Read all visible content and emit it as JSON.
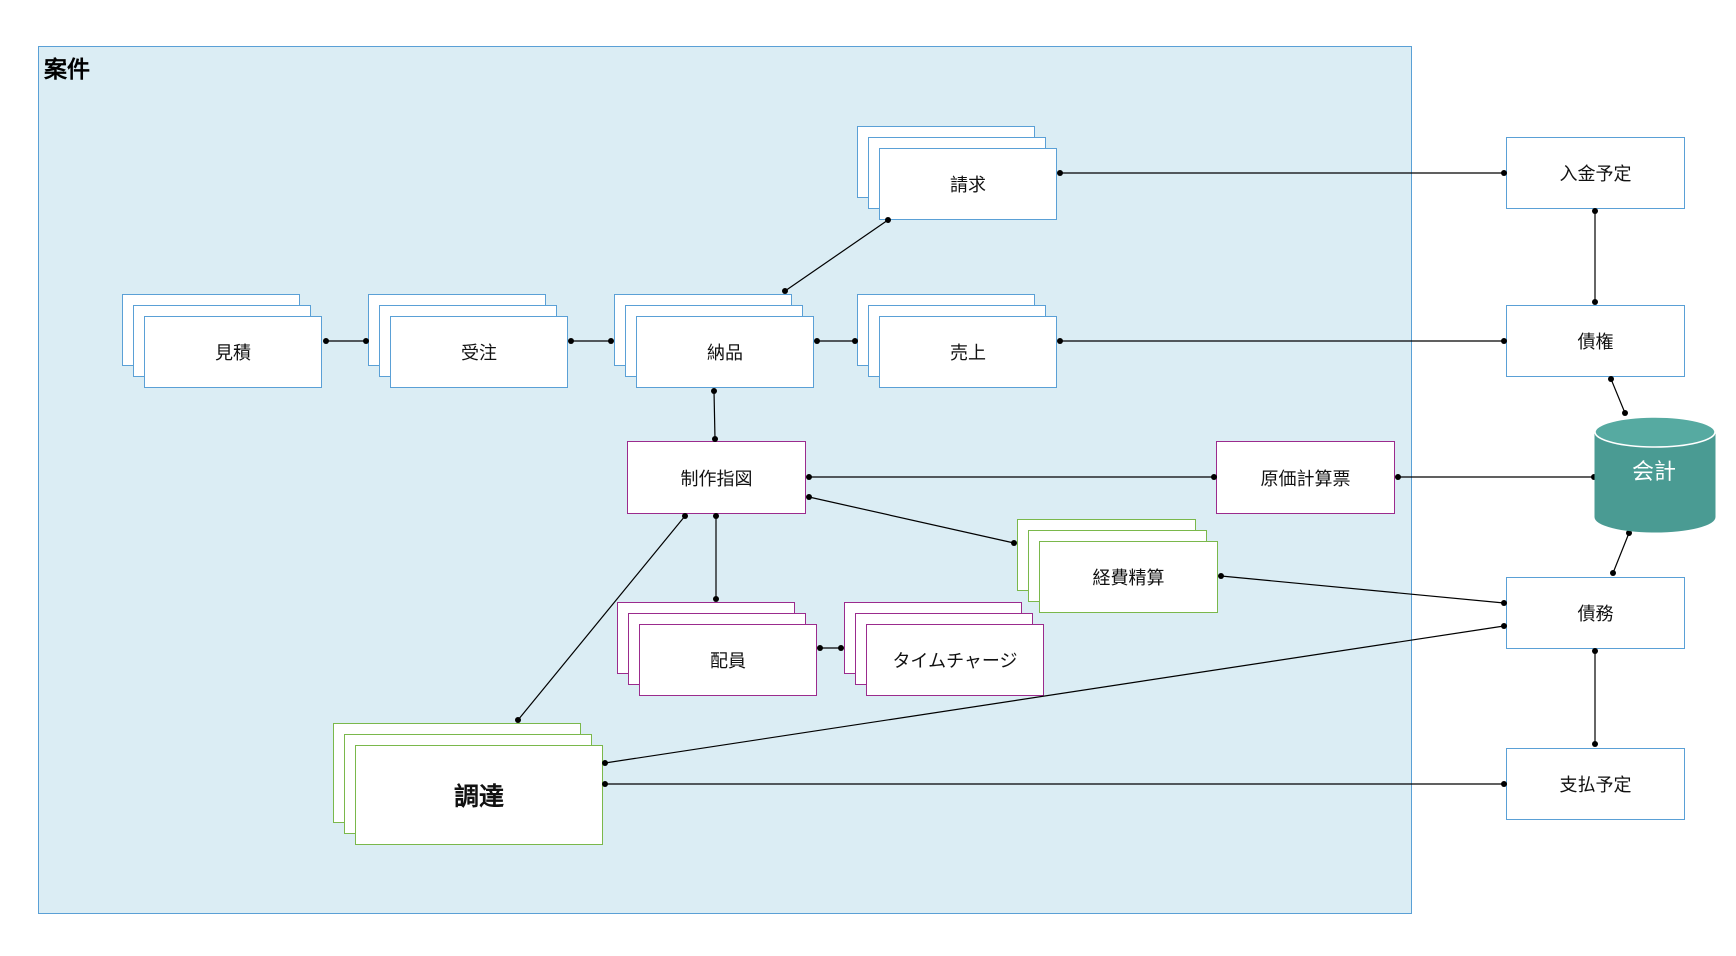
{
  "group": {
    "title": "案件"
  },
  "nodes": {
    "estimate": "見積",
    "order": "受注",
    "delivery": "納品",
    "billing": "請求",
    "sales": "売上",
    "production": "制作指図",
    "cost_sheet": "原価計算票",
    "expenses": "経費精算",
    "staffing": "配員",
    "time_charge": "タイムチャージ",
    "procurement": "調達",
    "receipt_plan": "入金予定",
    "receivable": "債権",
    "accounting": "会計",
    "payable": "債務",
    "payment_plan": "支払予定"
  },
  "colors": {
    "group_fill": "#dbedf4",
    "group_border": "#5aa0d6",
    "blue_border": "#5aa0d6",
    "purple_border": "#9b2b8d",
    "green_border": "#7ab84b",
    "db_fill": "#4a9b93"
  }
}
